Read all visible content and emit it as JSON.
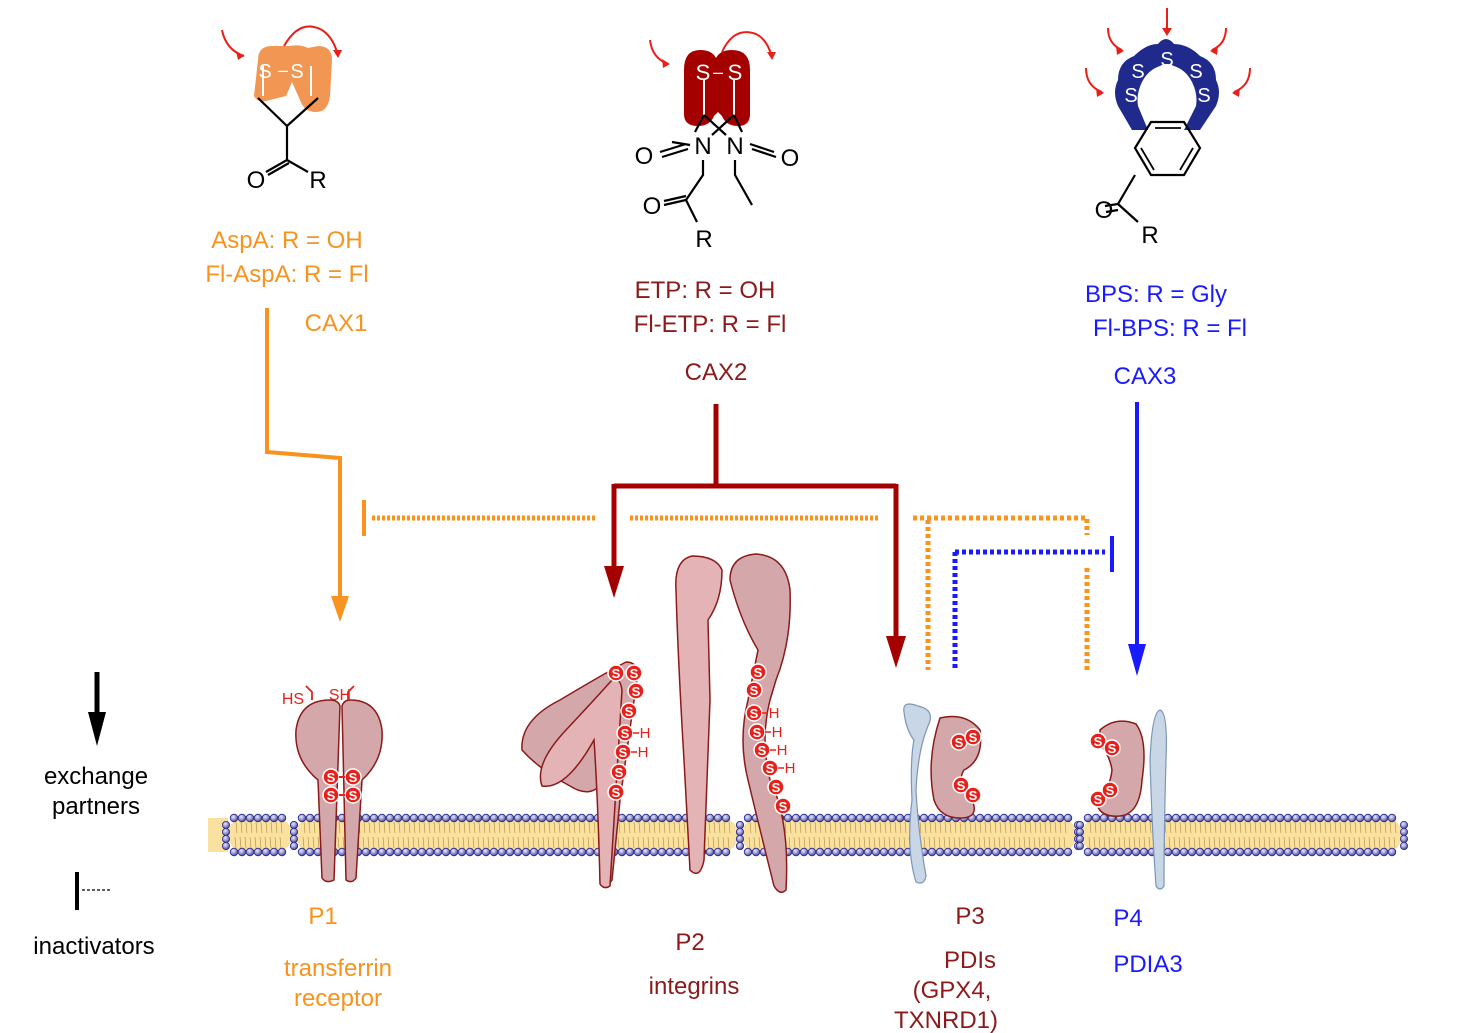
{
  "compounds": [
    {
      "id": "cax1",
      "lines": [
        "AspA: R = OH",
        "Fl-AspA: R = Fl"
      ],
      "class_label": "CAX1",
      "color": "#f7931e",
      "ring_atoms": [
        "S",
        "S"
      ],
      "substituent_atoms": [
        "O",
        "R"
      ]
    },
    {
      "id": "cax2",
      "lines": [
        "ETP: R = OH",
        "Fl-ETP: R = Fl"
      ],
      "class_label": "CAX2",
      "color": "#8b1a1a",
      "ring_atoms": [
        "S",
        "S"
      ],
      "substituent_atoms": [
        "O",
        "N",
        "N",
        "O",
        "O",
        "R"
      ]
    },
    {
      "id": "cax3",
      "lines": [
        "BPS: R = Gly",
        "Fl-BPS: R = Fl"
      ],
      "class_label": "CAX3",
      "color": "#1a1aff",
      "ring_atoms": [
        "S",
        "S",
        "S",
        "S",
        "S"
      ],
      "substituent_atoms": [
        "O",
        "R"
      ]
    }
  ],
  "legend": {
    "exchange_label_1": "exchange",
    "exchange_label_2": "partners",
    "inactivator_label": "inactivators"
  },
  "proteins": [
    {
      "id": "P1",
      "label": "P1",
      "name_lines": [
        "transferrin",
        "receptor"
      ],
      "color": "#f7931e",
      "thiols": [
        "HS",
        "SH"
      ]
    },
    {
      "id": "P2",
      "label": "P2",
      "name_lines": [
        "integrins"
      ],
      "color": "#8b1a1a"
    },
    {
      "id": "P3",
      "label": "P3",
      "name_lines": [
        "PDIs",
        "(GPX4,",
        "TXNRD1)"
      ],
      "color": "#8b1a1a"
    },
    {
      "id": "P4",
      "label": "P4",
      "name_lines": [
        "PDIA3"
      ],
      "color": "#1a1aff"
    }
  ],
  "atom_labels": {
    "S": "S",
    "H": "H"
  },
  "colors": {
    "cax1": "#f7931e",
    "cax2": "#a50000",
    "cax3": "#1a1aff",
    "protein_fill": "#d9aeb0",
    "protein_stroke": "#8b1a1a",
    "pdi_fill": "#c9d6e6",
    "membrane_fill": "#fbe1a0",
    "lipid_head": "#2a2a8a"
  }
}
